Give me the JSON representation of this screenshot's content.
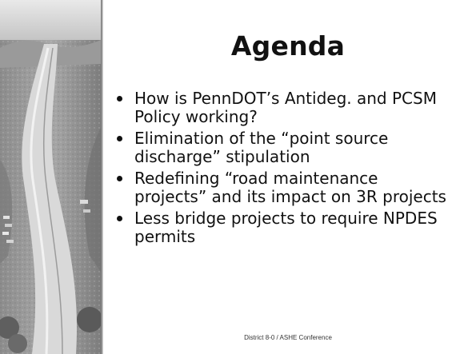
{
  "slide": {
    "title": "Agenda",
    "bullets": [
      "How is PennDOT’s Antideg. and PCSM Policy working?",
      "Elimination of the “point source discharge” stipulation",
      "Redefining “road maintenance projects” and its impact on 3R projects",
      "Less bridge projects to require NPDES permits"
    ],
    "footer": "District 8-0 / ASHE Conference"
  },
  "colors": {
    "text": "#111111",
    "background": "#ffffff"
  }
}
